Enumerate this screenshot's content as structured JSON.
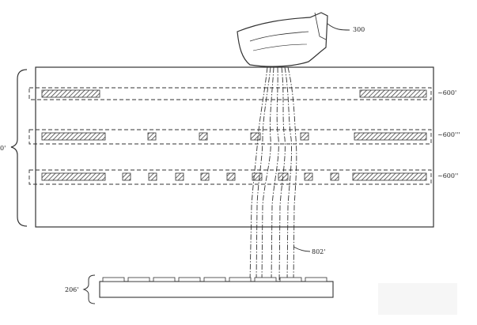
{
  "labels": {
    "fingerprint_ref": "300",
    "layer_top": "~600'",
    "layer_mid": "~600'''",
    "layer_bottom": "~600''",
    "light_ref": "802'",
    "stack_ref": "0'",
    "sensor_ref": "206'"
  },
  "colors": {
    "line": "#333333",
    "hatch": "#444444"
  }
}
